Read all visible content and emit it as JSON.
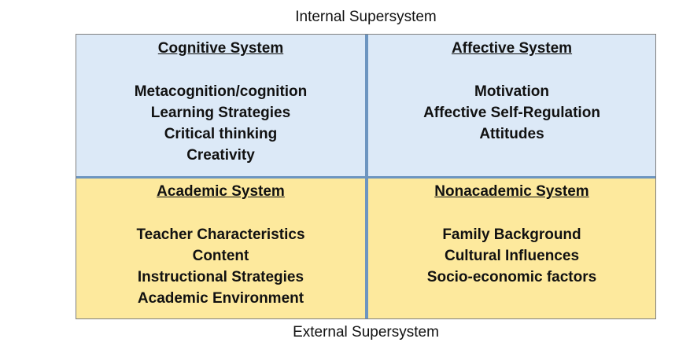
{
  "labels": {
    "top": "Internal Supersystem",
    "bottom": "External Supersystem"
  },
  "quadrants": [
    {
      "title": "Cognitive System",
      "items": [
        "Metacognition/cognition",
        "Learning Strategies",
        "Critical thinking",
        "Creativity"
      ]
    },
    {
      "title": "Affective System",
      "items": [
        "Motivation",
        "Affective Self-Regulation",
        "Attitudes"
      ]
    },
    {
      "title": "Academic System",
      "items": [
        "Teacher Characteristics",
        "Content",
        "Instructional Strategies",
        "Academic Environment"
      ]
    },
    {
      "title": "Nonacademic System",
      "items": [
        "Family Background",
        "Cultural Influences",
        "Socio-economic factors"
      ]
    }
  ],
  "colors": {
    "internal_fill": "#dce9f7",
    "external_fill": "#fde99d",
    "divider": "#6d95c0",
    "border": "#7f7f7f"
  }
}
